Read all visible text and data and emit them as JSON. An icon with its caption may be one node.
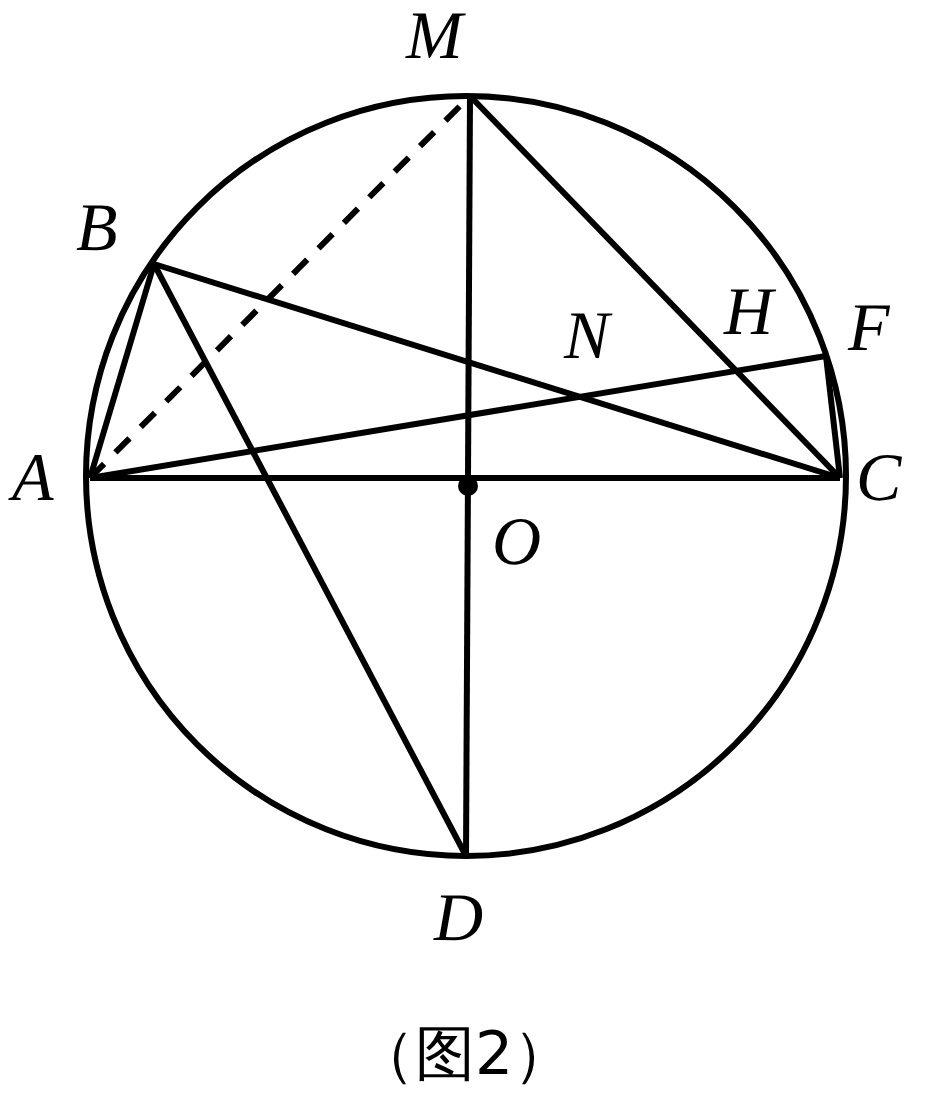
{
  "diagram": {
    "caption": "（图2）",
    "nodes": [
      {
        "text": [
          "M"
        ]
      },
      {
        "text": [
          "B"
        ]
      },
      {
        "text": [
          "A"
        ]
      },
      {
        "text": [
          "C"
        ]
      },
      {
        "text": [
          "F"
        ]
      },
      {
        "text": [
          "D"
        ]
      },
      {
        "text": [
          "O"
        ]
      },
      {
        "text": [
          "N"
        ]
      },
      {
        "text": [
          "H"
        ]
      }
    ],
    "edges": [
      {
        "from": 0,
        "to": 5,
        "arrow": "none"
      },
      {
        "from": 0,
        "to": 3,
        "arrow": "none"
      },
      {
        "from": 2,
        "to": 0,
        "arrow": "none",
        "style": "dashed"
      },
      {
        "from": 2,
        "to": 1,
        "arrow": "none"
      },
      {
        "from": 1,
        "to": 3,
        "arrow": "none"
      },
      {
        "from": 1,
        "to": 5,
        "arrow": "none"
      },
      {
        "from": 2,
        "to": 4,
        "arrow": "none"
      },
      {
        "from": 4,
        "to": 3,
        "arrow": "none"
      },
      {
        "from": 2,
        "to": 3,
        "arrow": "none"
      }
    ]
  }
}
